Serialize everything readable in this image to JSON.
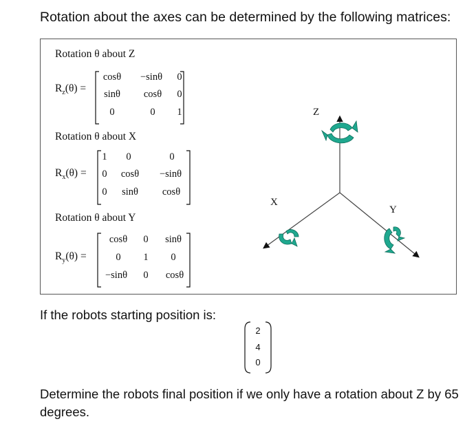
{
  "heading": "Rotation about the axes can be determined by the following matrices:",
  "matrices": [
    {
      "title": "Rotation θ about Z",
      "label": "R",
      "subscript": "z",
      "argument": "(θ) =",
      "rows": [
        [
          "cosθ",
          "−sinθ",
          "0"
        ],
        [
          "sinθ",
          "cosθ",
          "0"
        ],
        [
          "0",
          "0",
          "1"
        ]
      ]
    },
    {
      "title": "Rotation θ about X",
      "label": "R",
      "subscript": "x",
      "argument": "(θ) =",
      "rows": [
        [
          "1",
          "0",
          "0"
        ],
        [
          "0",
          "cosθ",
          "−sinθ"
        ],
        [
          "0",
          "sinθ",
          "cosθ"
        ]
      ]
    },
    {
      "title": "Rotation θ about Y",
      "label": "R",
      "subscript": "y",
      "argument": "(θ) =",
      "rows": [
        [
          "cosθ",
          "0",
          "sinθ"
        ],
        [
          "0",
          "1",
          "0"
        ],
        [
          "−sinθ",
          "0",
          "cosθ"
        ]
      ]
    }
  ],
  "axes": {
    "z": "Z",
    "x": "X",
    "y": "Y",
    "rotation_arrow_color": "#1fa88f"
  },
  "start_text": "If the robots starting position is:",
  "start_vector": [
    "2",
    "4",
    "0"
  ],
  "final_text": "Determine the robots final position if we only have a rotation about Z by 65 degrees."
}
